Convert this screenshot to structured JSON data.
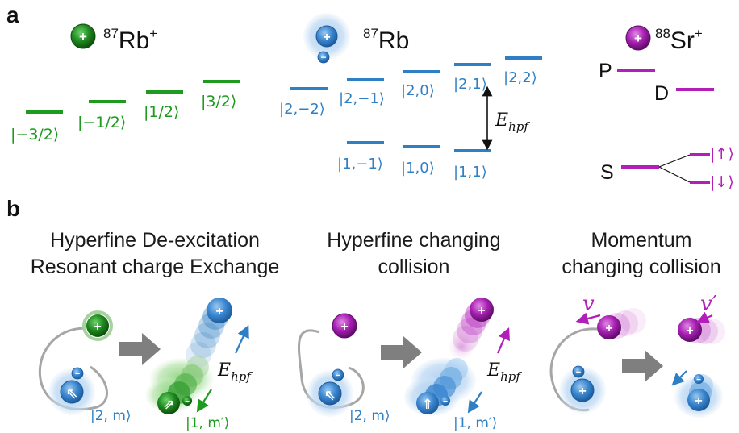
{
  "panel_a": {
    "label": "a",
    "rb_ion": {
      "symbol": "+",
      "mass": "87",
      "element": "Rb",
      "charge": "+",
      "states": [
        "|−3/2⟩",
        "|−1/2⟩",
        "|1/2⟩",
        "|3/2⟩"
      ],
      "color": "#1e9a1e"
    },
    "rb_atom": {
      "nucleus_symbol": "+",
      "electron_symbol": "−",
      "mass": "87",
      "element": "Rb",
      "upper_states": [
        "|2,−2⟩",
        "|2,−1⟩",
        "|2,0⟩",
        "|2,1⟩",
        "|2,2⟩"
      ],
      "lower_states": [
        "|1,−1⟩",
        "|1,0⟩",
        "|1,1⟩"
      ],
      "splitting_symbol": "E",
      "splitting_subscript": "hpf",
      "color": "#2f7fc4"
    },
    "sr_ion": {
      "symbol": "+",
      "mass": "88",
      "element": "Sr",
      "charge": "+",
      "level_p": "P",
      "level_d": "D",
      "level_s": "S",
      "spin_up": "|↑⟩",
      "spin_down": "|↓⟩",
      "color": "#b21fb8"
    }
  },
  "panel_b": {
    "label": "b",
    "process_1": {
      "title_line1": "Hyperfine De-excitation",
      "title_line2": "Resonant charge Exchange",
      "initial_state": "|2, m⟩",
      "final_state": "|1, m′⟩",
      "energy_symbol": "E",
      "energy_subscript": "hpf"
    },
    "process_2": {
      "title_line1": "Hyperfine changing",
      "title_line2": "collision",
      "initial_state": "|2, m⟩",
      "final_state": "|1, m′⟩",
      "energy_symbol": "E",
      "energy_subscript": "hpf"
    },
    "process_3": {
      "title_line1": "Momentum",
      "title_line2": "changing collision",
      "velocity_before": "v",
      "velocity_after": "v′"
    },
    "ion_symbol": "+",
    "electron_symbol": "−"
  },
  "colors": {
    "rb_ion_green": "#1e9a1e",
    "rb_atom_blue": "#2f7fc4",
    "sr_ion_purple": "#b21fb8",
    "arrow_gray": "#7f7f7f",
    "orbit_gray": "#a6a6a6"
  }
}
